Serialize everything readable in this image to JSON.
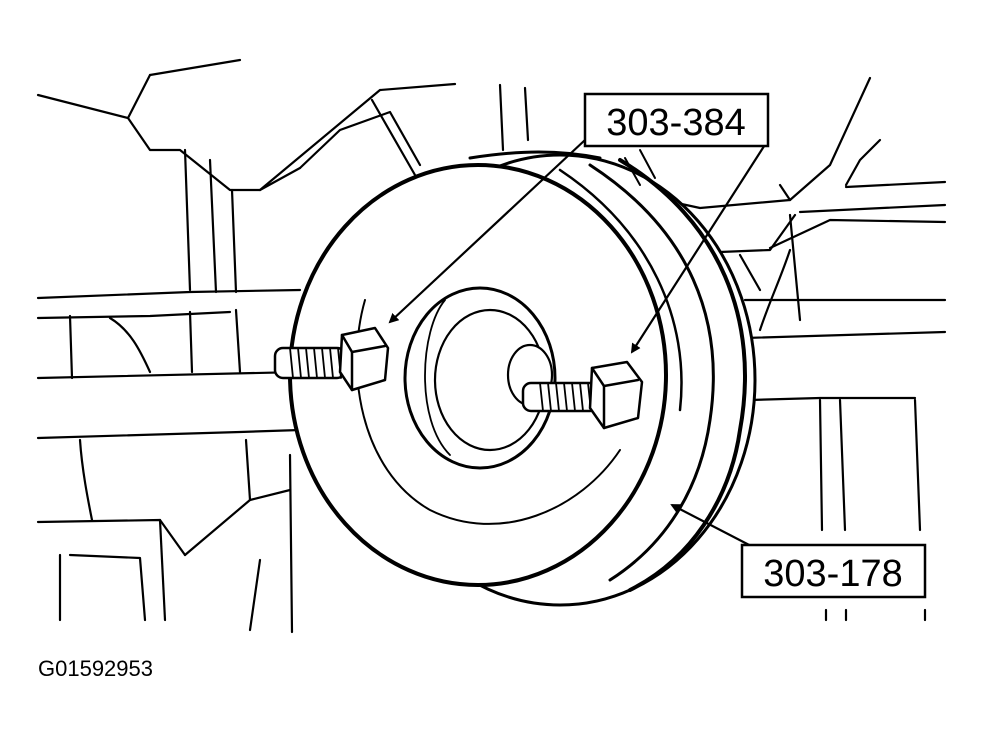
{
  "callouts": {
    "top_tool": "303-384",
    "bottom_tool": "303-178"
  },
  "figure_id": "G01592953",
  "colors": {
    "ink": "#000000",
    "paper": "#ffffff"
  }
}
